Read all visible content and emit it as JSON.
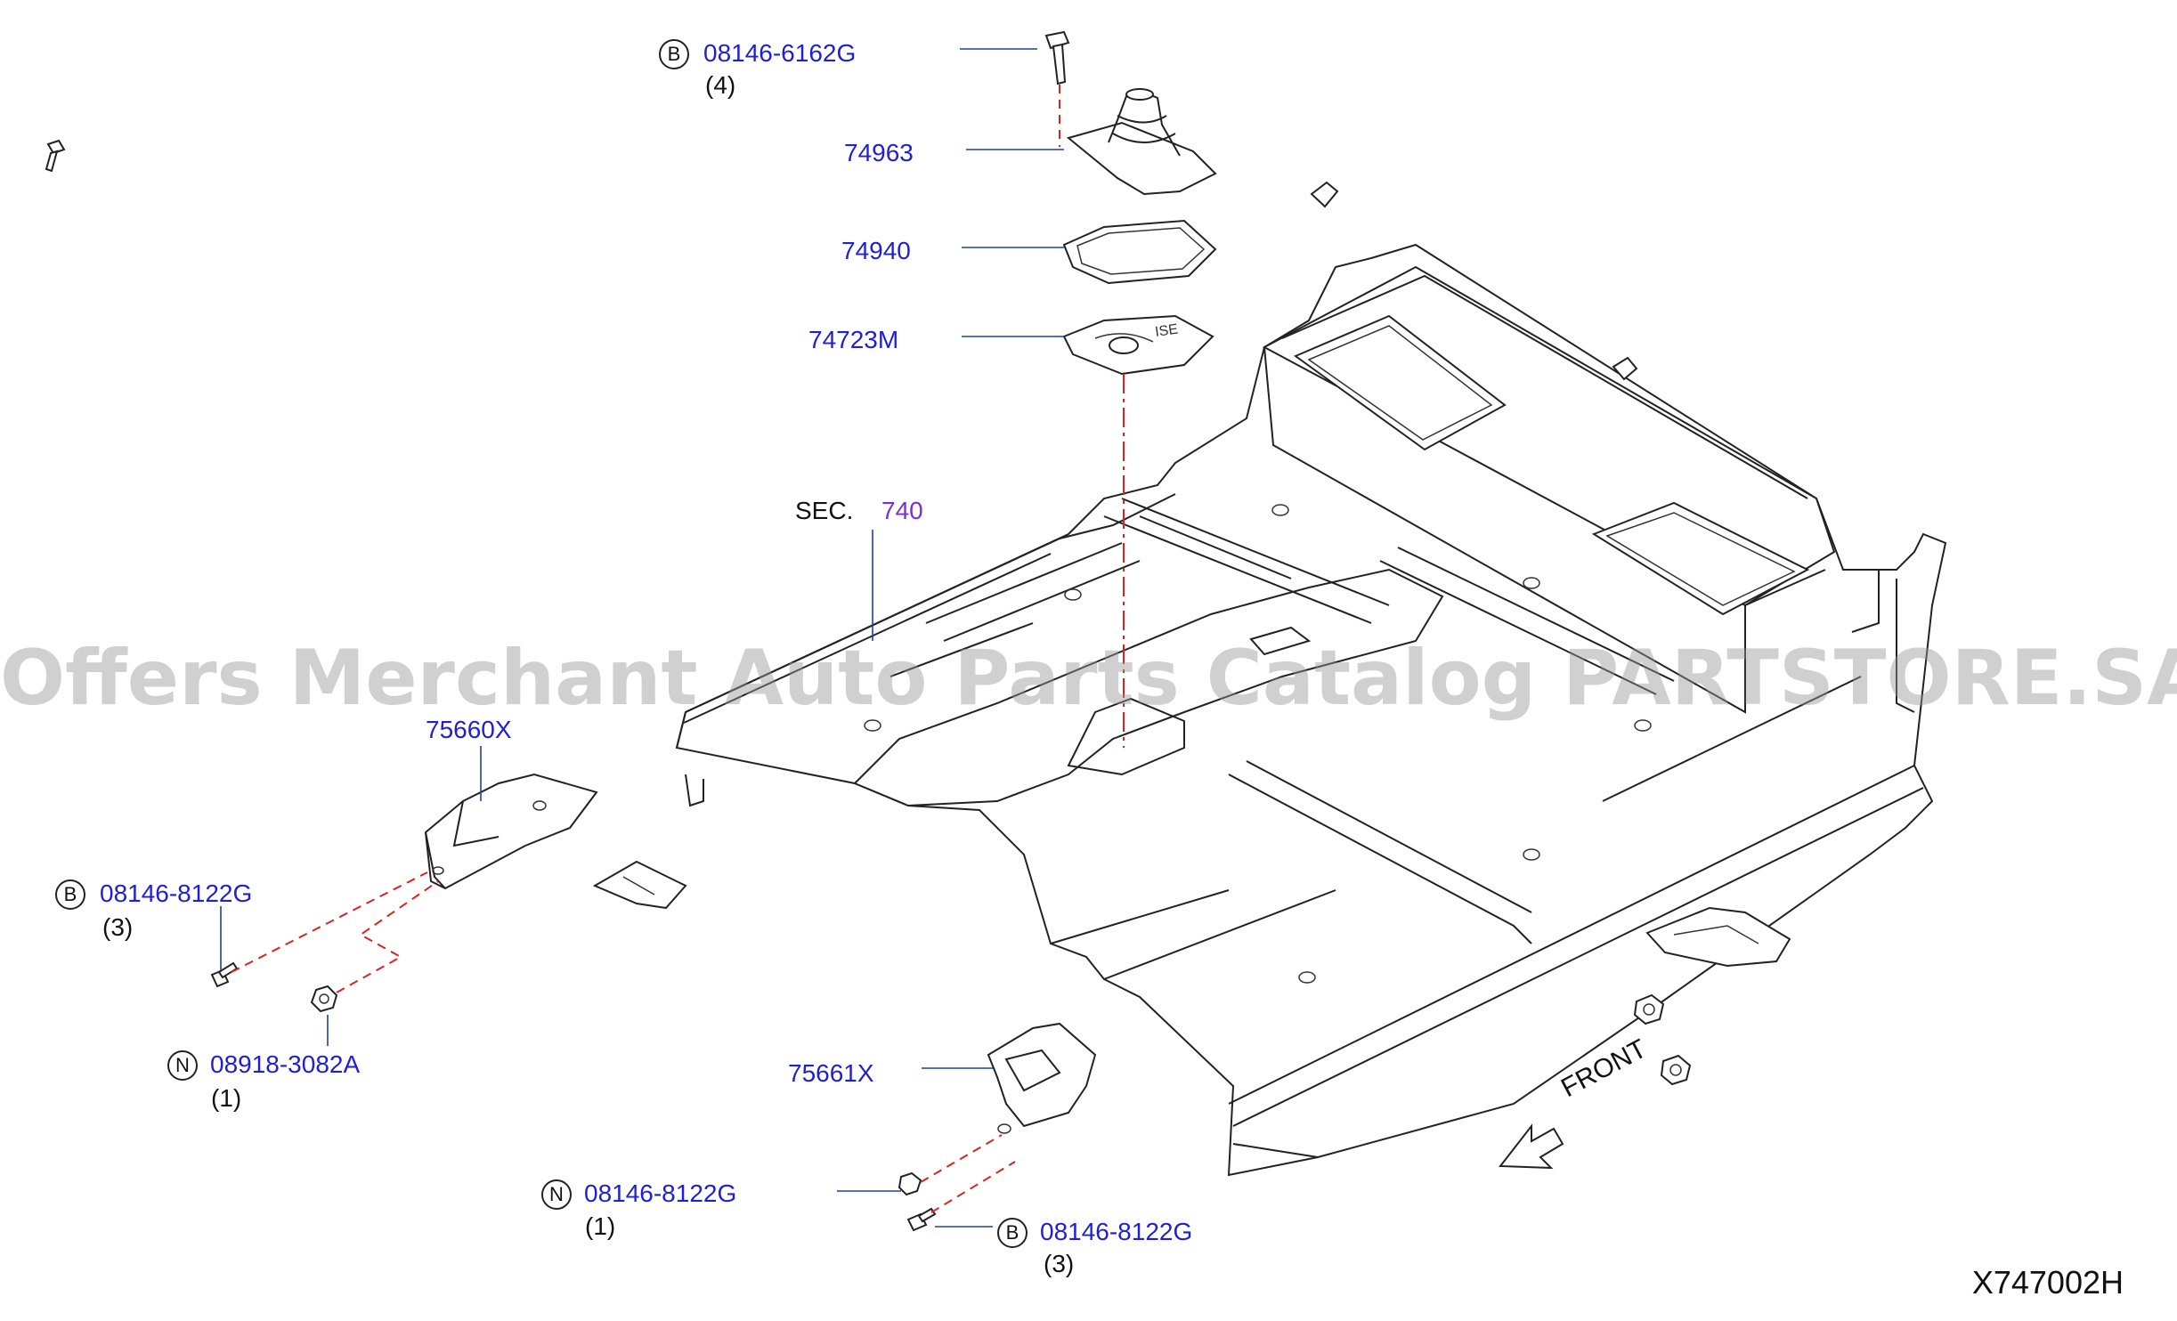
{
  "watermark": "Offers Merchant Auto Parts Catalog PARTSTORE.SA",
  "diagram_code": "X747002H",
  "front_label": "FRONT",
  "section": {
    "prefix": "SEC.",
    "number": "740"
  },
  "callouts": [
    {
      "id": "c1",
      "part": "08146-6162G",
      "marker": "B",
      "qty": "(4)"
    },
    {
      "id": "c2",
      "part": "74963"
    },
    {
      "id": "c3",
      "part": "74940"
    },
    {
      "id": "c4",
      "part": "74723M"
    },
    {
      "id": "c5",
      "part": "75660X"
    },
    {
      "id": "c6",
      "part": "08146-8122G",
      "marker": "B",
      "qty": "(3)"
    },
    {
      "id": "c7",
      "part": "08918-3082A",
      "marker": "N",
      "qty": "(1)"
    },
    {
      "id": "c8",
      "part": "75661X"
    },
    {
      "id": "c9",
      "part": "08146-8122G",
      "marker": "N",
      "qty": "(1)"
    },
    {
      "id": "c10",
      "part": "08146-8122G",
      "marker": "B",
      "qty": "(3)"
    }
  ],
  "colors": {
    "part_number": "#1f1fd6",
    "section_number": "#7a2ee0",
    "leader": "#1f3fa8",
    "dashed": "#e02020",
    "linework": "#222222"
  }
}
